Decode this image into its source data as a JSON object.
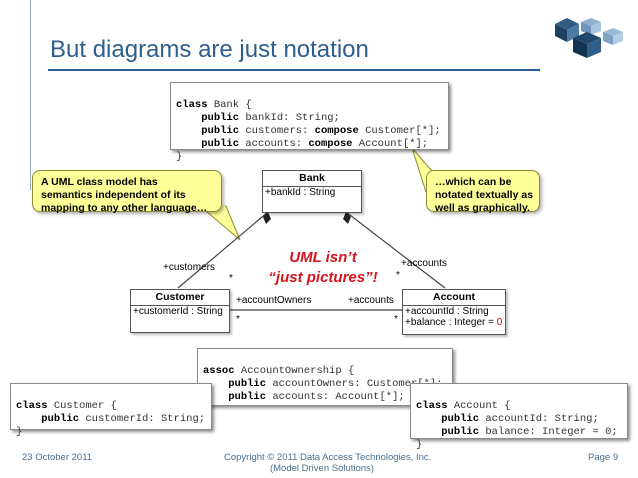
{
  "slide": {
    "title": "But diagrams are just notation",
    "logo_icon": "cube-logo-icon"
  },
  "code_blocks": {
    "bank": [
      "class Bank {",
      "    public bankId: String;",
      "    public customers: compose Customer[*];",
      "    public accounts: compose Account[*];",
      "}"
    ],
    "assoc": [
      "assoc AccountOwnership {",
      "    public accountOwners: Customer[*];",
      "    public accounts: Account[*];",
      "}"
    ],
    "customer": [
      "class Customer {",
      "    public customerId: String;",
      "}"
    ],
    "account": [
      "class Account {",
      "    public accountId: String;",
      "    public balance: Integer = 0;",
      "}"
    ]
  },
  "callouts": {
    "left": [
      "A UML class model has",
      "semantics independent of its",
      "mapping to any other language…"
    ],
    "right": [
      "…which can be",
      "notated textually as",
      "well as graphically."
    ]
  },
  "diagram": {
    "bank": {
      "name": "Bank",
      "attr": "+bankId : String"
    },
    "customer": {
      "name": "Customer",
      "attr": "+customerId : String"
    },
    "account": {
      "name": "Account",
      "attr1": "+accountId : String",
      "attr2_prefix": "+balance : Integer = ",
      "attr2_default": "0"
    },
    "labels": {
      "customers": "+customers",
      "accounts": "+accounts",
      "accountOwners": "+accountOwners",
      "accounts_assoc": "+accounts",
      "star": "*"
    },
    "emphasis_line1": "UML isn’t",
    "emphasis_line2": "“just pictures”!"
  },
  "footer": {
    "date": "23 October 2011",
    "copyright": "Copyright © 2011 Data Access Technologies, Inc.",
    "company": "(Model Driven Solutions)",
    "page": "Page 9"
  },
  "colors": {
    "title": "#2e5e8c",
    "callout": "#ffff99",
    "emphasis": "#d8141c"
  }
}
